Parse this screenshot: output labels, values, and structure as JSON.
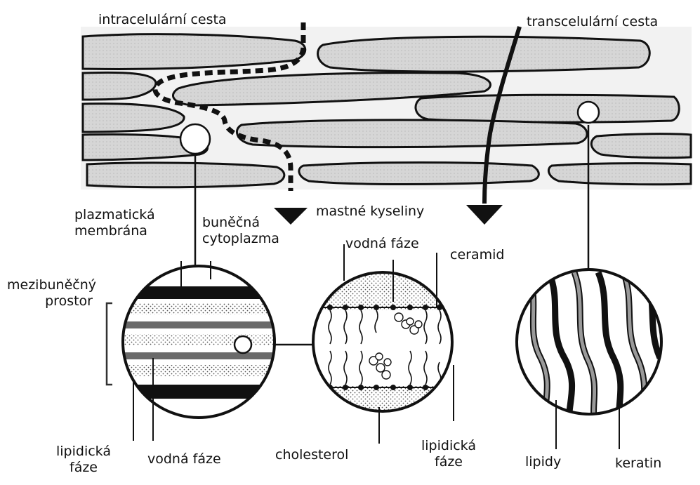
{
  "labels": {
    "intracellular_path": "intracelulární cesta",
    "transcellular_path": "transcelulární cesta",
    "plasma_membrane": "plazmatická\nmembrána",
    "cytoplasm": "buněčná\ncytoplazma",
    "intercellular_space": "mezibuněčný\nprostor",
    "fatty_acids": "mastné kyseliny",
    "aqueous_phase_top": "vodná fáze",
    "ceramide": "ceramid",
    "lipid_phase_left": "lipidická\nfáze",
    "aqueous_phase_bottom": "vodná fáze",
    "cholesterol": "cholesterol",
    "lipid_phase_right": "lipidická\nfáze",
    "lipids": "lipidy",
    "keratin": "keratin"
  },
  "colors": {
    "ink": "#111111",
    "cell_fill": "#d4d4d4",
    "background": "#ffffff"
  }
}
